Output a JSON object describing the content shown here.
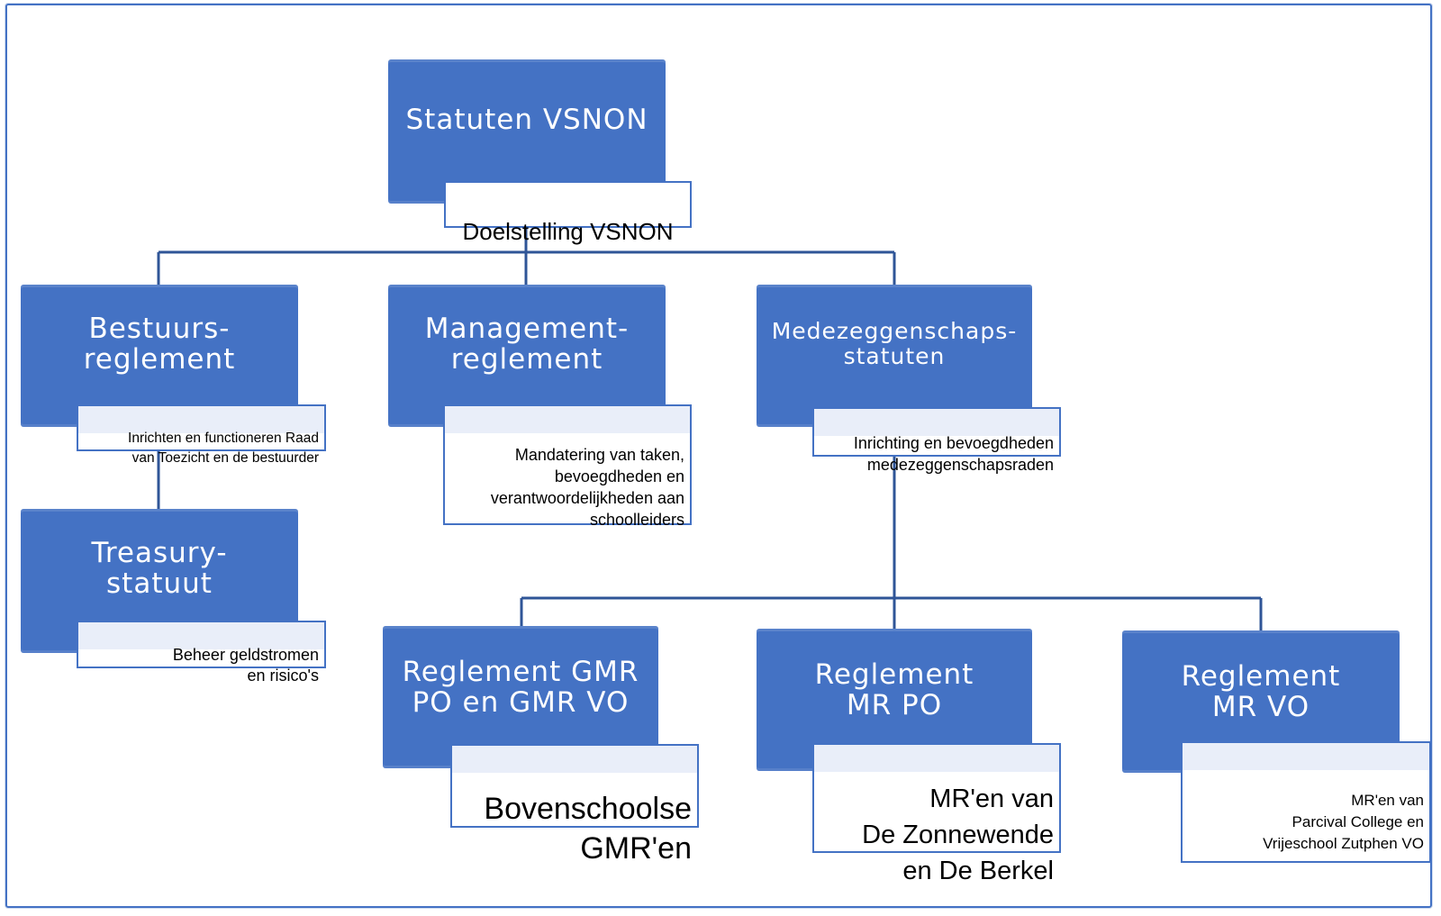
{
  "diagram": {
    "colors": {
      "node_fill": "#4472C4",
      "connector": "#2F5597",
      "frame": "#4472C4",
      "sub_border": "#4472C4"
    },
    "root": {
      "title": "Statuten VSNON",
      "subtitle": "Doelstelling VSNON"
    },
    "level1": [
      {
        "title": "Bestuurs-\nreglement",
        "subtitle": "Inrichten en functioneren Raad\nvan Toezicht en de bestuurder"
      },
      {
        "title": "Management-\nreglement",
        "subtitle": "Mandatering van taken,\nbevoegdheden en\nverantwoordelijkheden aan\nschoolleiders"
      },
      {
        "title": "Medezeggenschaps-\nstatuten",
        "subtitle": "Inrichting en bevoegdheden\nmedezeggenschapsraden"
      }
    ],
    "treasury": {
      "title": "Treasury-\nstatuut",
      "subtitle": "Beheer geldstromen\nen risico's"
    },
    "level2": [
      {
        "title": "Reglement GMR\nPO en GMR VO",
        "subtitle": "Bovenschoolse\nGMR'en"
      },
      {
        "title": "Reglement\nMR PO",
        "subtitle": "MR'en van\nDe Zonnewende\nen De Berkel"
      },
      {
        "title": "Reglement\nMR VO",
        "subtitle": "MR'en van\nParcival College en\nVrijeschool Zutphen VO"
      }
    ]
  }
}
